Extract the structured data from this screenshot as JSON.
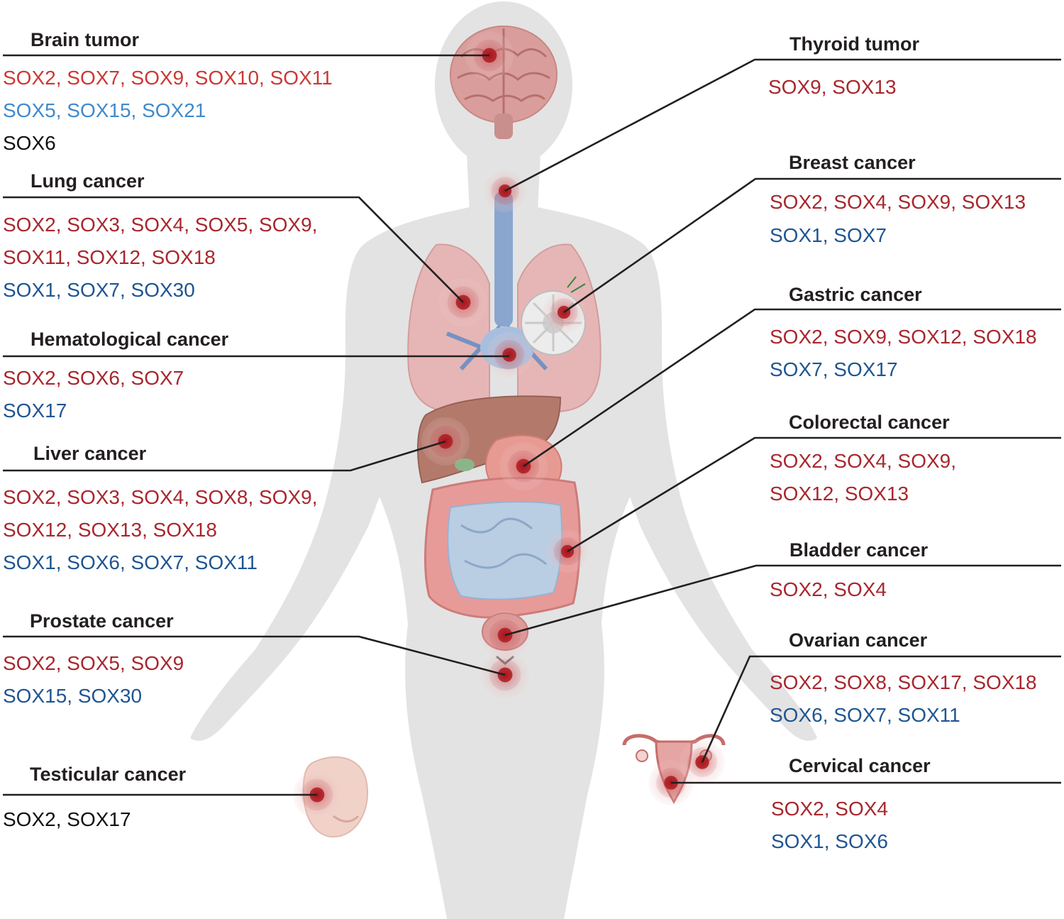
{
  "colors": {
    "up_red": "#a8272d",
    "up_red_brain": "#c93a35",
    "down_blue": "#1f5591",
    "down_blue_brain": "#3f8acb",
    "neutral": "#111111",
    "leader_line": "#231f20",
    "body_silhouette": "#e3e3e3"
  },
  "panels": {
    "brain": {
      "title": "Brain tumor",
      "red": "SOX2, SOX7, SOX9, SOX10, SOX11",
      "blue": "SOX5, SOX15, SOX21",
      "black": "SOX6"
    },
    "lung": {
      "title": "Lung cancer",
      "red1": "SOX2, SOX3, SOX4, SOX5, SOX9,",
      "red2": "SOX11, SOX12, SOX18",
      "blue": "SOX1, SOX7, SOX30"
    },
    "hematologic": {
      "title": "Hematological cancer",
      "red": "SOX2, SOX6, SOX7",
      "blue": "SOX17"
    },
    "liver": {
      "title": "Liver cancer",
      "red1": "SOX2, SOX3, SOX4, SOX8, SOX9,",
      "red2": "SOX12, SOX13, SOX18",
      "blue": "SOX1, SOX6, SOX7, SOX11"
    },
    "prostate": {
      "title": "Prostate cancer",
      "red": "SOX2, SOX5, SOX9",
      "blue": "SOX15, SOX30"
    },
    "testicular": {
      "title": "Testicular cancer",
      "black": "SOX2, SOX17"
    },
    "thyroid": {
      "title": "Thyroid tumor",
      "red": "SOX9, SOX13"
    },
    "breast": {
      "title": "Breast cancer",
      "red": "SOX2, SOX4, SOX9, SOX13",
      "blue": "SOX1, SOX7"
    },
    "gastric": {
      "title": "Gastric cancer",
      "red": "SOX2, SOX9, SOX12, SOX18",
      "blue": "SOX7, SOX17"
    },
    "colorectal": {
      "title": "Colorectal cancer",
      "red1": "SOX2, SOX4, SOX9,",
      "red2": "SOX12, SOX13"
    },
    "bladder": {
      "title": "Bladder cancer",
      "red": "SOX2, SOX4"
    },
    "ovarian": {
      "title": "Ovarian cancer",
      "red": "SOX2, SOX8, SOX17, SOX18",
      "blue": "SOX6, SOX7, SOX11"
    },
    "cervical": {
      "title": "Cervical cancer",
      "red": "SOX2, SOX4",
      "blue": "SOX1, SOX6"
    }
  }
}
